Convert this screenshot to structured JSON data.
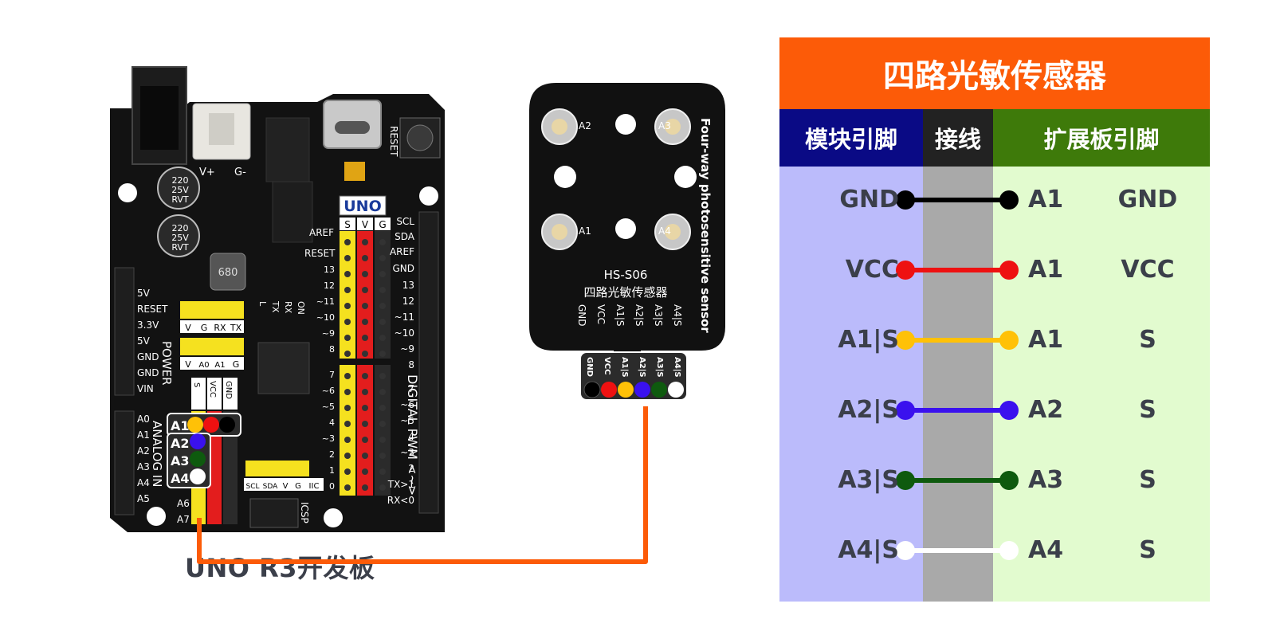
{
  "board": {
    "caption": "UNO R3开发板",
    "name": "UNO",
    "power_pins": [
      "5V",
      "RESET",
      "3.3V",
      "5V",
      "GND",
      "GND",
      "VIN"
    ],
    "power_title": "POWER",
    "analog_pins": [
      "A0",
      "A1",
      "A2",
      "A3",
      "A4",
      "A5",
      "A6",
      "A7"
    ],
    "analog_title": "ANALOG IN",
    "digital_title": "DIGITAL PWM <~>",
    "right_pins": [
      "SCL",
      "SDA",
      "AREF",
      "GND",
      "13",
      "12",
      "~11",
      "~10",
      "~9",
      "8",
      "7",
      "~6",
      "~5",
      "4",
      "~3",
      "2",
      "TX>1",
      "RX<0"
    ],
    "header_cols": [
      "S",
      "V",
      "G"
    ],
    "uart_labels": [
      "V",
      "G",
      "RX",
      "TX"
    ],
    "a_labels": [
      "V",
      "A0",
      "A1",
      "G"
    ],
    "i2c_labels": [
      "SCL",
      "SDA",
      "V",
      "G",
      "IIC"
    ],
    "icsp": "ICSP",
    "reset": "RESET",
    "vplus": "V+",
    "gminus": "G-",
    "cap_text": [
      "220",
      "25V",
      "RVT"
    ],
    "inductor": "680",
    "aref_reset": [
      "AREF",
      "RESET"
    ],
    "small_labels": [
      "ON",
      "RX",
      "TX",
      "L"
    ],
    "conn_header": [
      "S",
      "VCC",
      "GND"
    ],
    "conn_pins": [
      "A1",
      "A2",
      "A3",
      "A4"
    ],
    "side_pins": [
      "13",
      "12",
      "~11",
      "~10",
      "~9",
      "8",
      "7",
      "~6",
      "~5",
      "4",
      "~3",
      "2",
      "1",
      "0"
    ]
  },
  "sensor": {
    "model": "HS-S06",
    "cn_name": "四路光敏传感器",
    "en_name": "Four-way photosensitive sensor",
    "pins": [
      "GND",
      "VCC",
      "A1|S",
      "A2|S",
      "A3|S",
      "A4|S"
    ],
    "ldr_labels": [
      "A2",
      "A3",
      "A1",
      "A4"
    ]
  },
  "table": {
    "title": "四路光敏传感器",
    "headers": [
      "模块引脚",
      "接线",
      "扩展板引脚"
    ],
    "rows": [
      {
        "module": "GND",
        "board": "A1",
        "pin": "GND",
        "color": "#000000"
      },
      {
        "module": "VCC",
        "board": "A1",
        "pin": "VCC",
        "color": "#ee1111"
      },
      {
        "module": "A1|S",
        "board": "A1",
        "pin": "S",
        "color": "#ffc107"
      },
      {
        "module": "A2|S",
        "board": "A2",
        "pin": "S",
        "color": "#3a11ee"
      },
      {
        "module": "A3|S",
        "board": "A3",
        "pin": "S",
        "color": "#0e5a0e"
      },
      {
        "module": "A4|S",
        "board": "A4",
        "pin": "S",
        "color": "#ffffff"
      }
    ]
  },
  "colors": {
    "title_bg": "#fc5b08",
    "head_module": "#0a0a85",
    "head_wire": "#222222",
    "head_board": "#3e7a0a",
    "col_module": "#bbbbfb",
    "col_wire": "#a9a9a9",
    "col_board": "#e2fbcf",
    "cable": "#fc5b08"
  }
}
